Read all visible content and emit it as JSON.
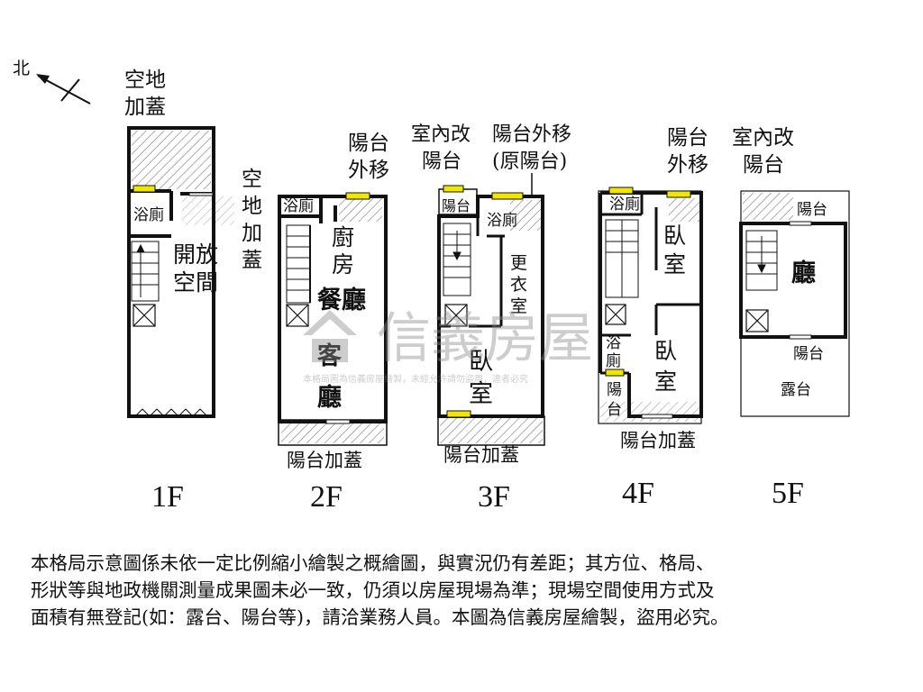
{
  "compass": {
    "north": "北"
  },
  "floors": {
    "f1": {
      "label": "1F",
      "open_space": [
        "開放",
        "空間"
      ],
      "bath": "浴廁",
      "top_extension": [
        "空地",
        "加蓋"
      ],
      "side_extension": [
        "空",
        "地",
        "加",
        "蓋"
      ]
    },
    "f2": {
      "label": "2F",
      "balcony_moved": [
        "陽台",
        "外移"
      ],
      "bath": "浴廁",
      "kitchen": [
        "廚",
        "房"
      ],
      "dining": "餐廳",
      "living": [
        "客",
        "廳"
      ],
      "balcony_extension": "陽台加蓋"
    },
    "f3": {
      "label": "3F",
      "indoor_balcony": [
        "室內改",
        "陽台"
      ],
      "balcony_moved": [
        "陽台外移",
        "(原陽台)"
      ],
      "balcony_small": "陽台",
      "bath": "浴廁",
      "dressing": [
        "更",
        "衣",
        "室"
      ],
      "bedroom": [
        "臥",
        "室"
      ],
      "balcony_extension": "陽台加蓋"
    },
    "f4": {
      "label": "4F",
      "balcony_moved": [
        "陽台",
        "外移"
      ],
      "bath_top": "浴廁",
      "bedroom_top": [
        "臥",
        "室"
      ],
      "bath_mid": [
        "浴",
        "廁"
      ],
      "bedroom_bottom": [
        "臥",
        "室"
      ],
      "balcony_side": [
        "陽",
        "台"
      ],
      "balcony_extension": "陽台加蓋"
    },
    "f5": {
      "label": "5F",
      "indoor_balcony": [
        "室內改",
        "陽台"
      ],
      "balcony_top": "陽台",
      "hall": "廳",
      "balcony_mid": "陽台",
      "terrace": "露台"
    }
  },
  "watermark": {
    "brand": "信義房屋",
    "fine_print": "本格局圖為信義房屋繪製，未經允許請勿盜用，違者必究"
  },
  "disclaimer": [
    "本格局示意圖係未依一定比例縮小繪製之概繪圖，與實況仍有差距；其方位、格局、",
    "形狀等與地政機關測量成果圖未必一致，仍須以房屋現場為準；現場空間使用方式及",
    "面積有無登記(如：露台、陽台等)，請洽業務人員。本圖為信義房屋繪製，盜用必究。"
  ],
  "colors": {
    "wall": "#111111",
    "window": "#f2e600",
    "watermark": "#8a8a8a"
  }
}
